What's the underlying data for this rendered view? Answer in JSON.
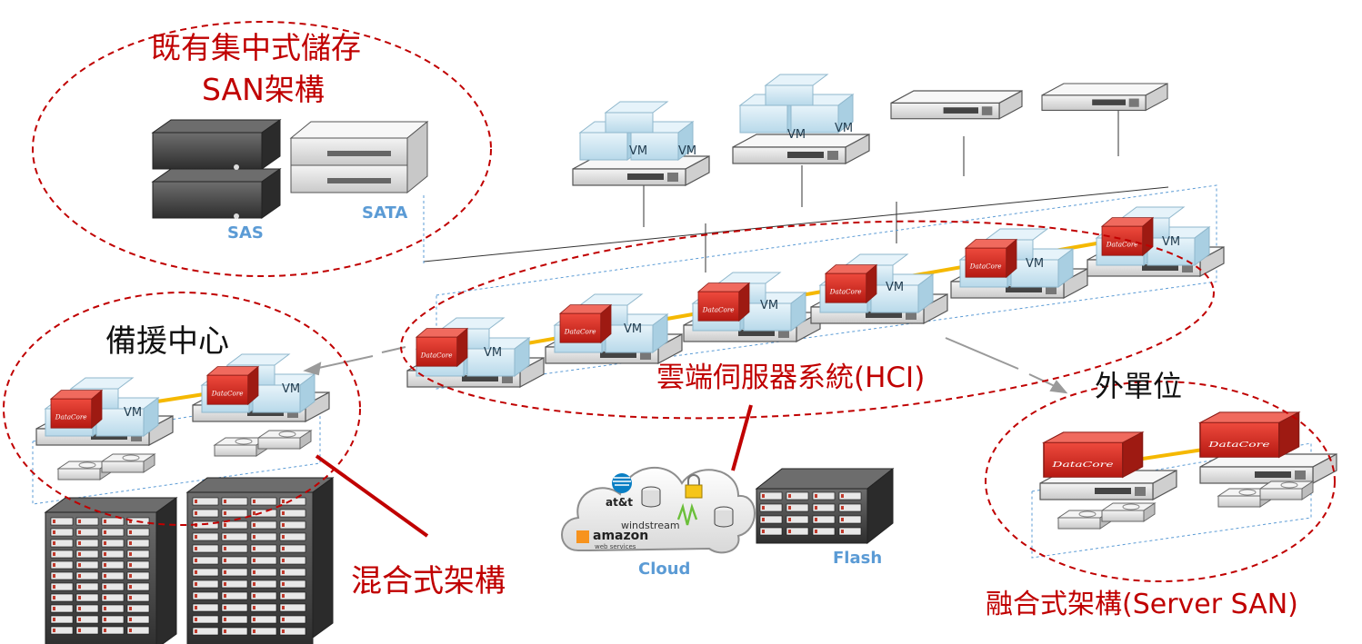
{
  "colors": {
    "accent_red": "#c00000",
    "dashed_red": "#c00000",
    "link_orange": "#f5b800",
    "blue_caption": "#5b9bd5",
    "vm_blue": "#cfe6f2",
    "datacore_red": "#d7261e"
  },
  "labels": {
    "legacy_san_line1": "既有集中式儲存",
    "legacy_san_line2": "SAN架構",
    "backup_center": "備援中心",
    "cloud_hci": "雲端伺服器系統(HCI)",
    "external_unit": "外單位",
    "hybrid": "混合式架構",
    "converged": "融合式架構(Server SAN)",
    "sas": "SAS",
    "sata": "SATA",
    "cloud": "Cloud",
    "flash": "Flash",
    "vm": "VM",
    "datacore": "DataCore",
    "att": "at&t",
    "amazon": "amazon",
    "amazon_sub": "web services",
    "windstream": "windstream"
  },
  "top_servers": [
    {
      "id": "top-server-1",
      "has_vm": true
    },
    {
      "id": "top-server-2",
      "has_vm": true
    },
    {
      "id": "top-server-3",
      "has_vm": false
    },
    {
      "id": "top-server-4",
      "has_vm": false
    }
  ],
  "hci_nodes": [
    {
      "id": "hci-node-1"
    },
    {
      "id": "hci-node-2"
    },
    {
      "id": "hci-node-3"
    },
    {
      "id": "hci-node-4"
    },
    {
      "id": "hci-node-5"
    },
    {
      "id": "hci-node-6"
    }
  ]
}
